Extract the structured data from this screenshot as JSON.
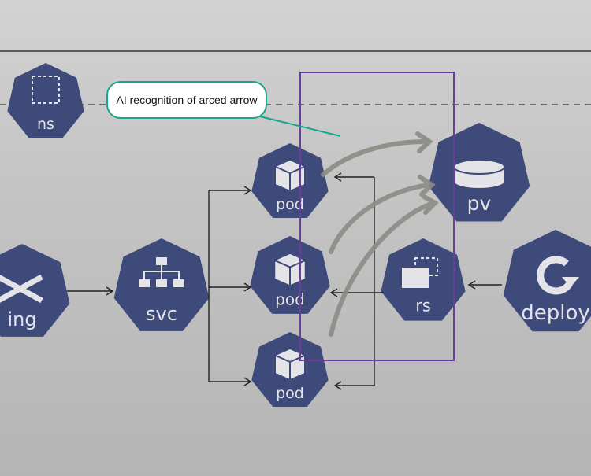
{
  "annotation": {
    "label": "AI recognition of arced arrow",
    "border_color": "#1aa58a",
    "box_color": "#6a3d9a"
  },
  "nodes": {
    "ns": "ns",
    "pod1": "pod",
    "pod2": "pod",
    "pod3": "pod",
    "svc": "svc",
    "ing": "ing",
    "pv": "pv",
    "rs": "rs",
    "deploy": "deploy"
  },
  "colors": {
    "node": "#3d4a7a",
    "icon": "#e4e4e8",
    "arc": "#8c8c86"
  }
}
